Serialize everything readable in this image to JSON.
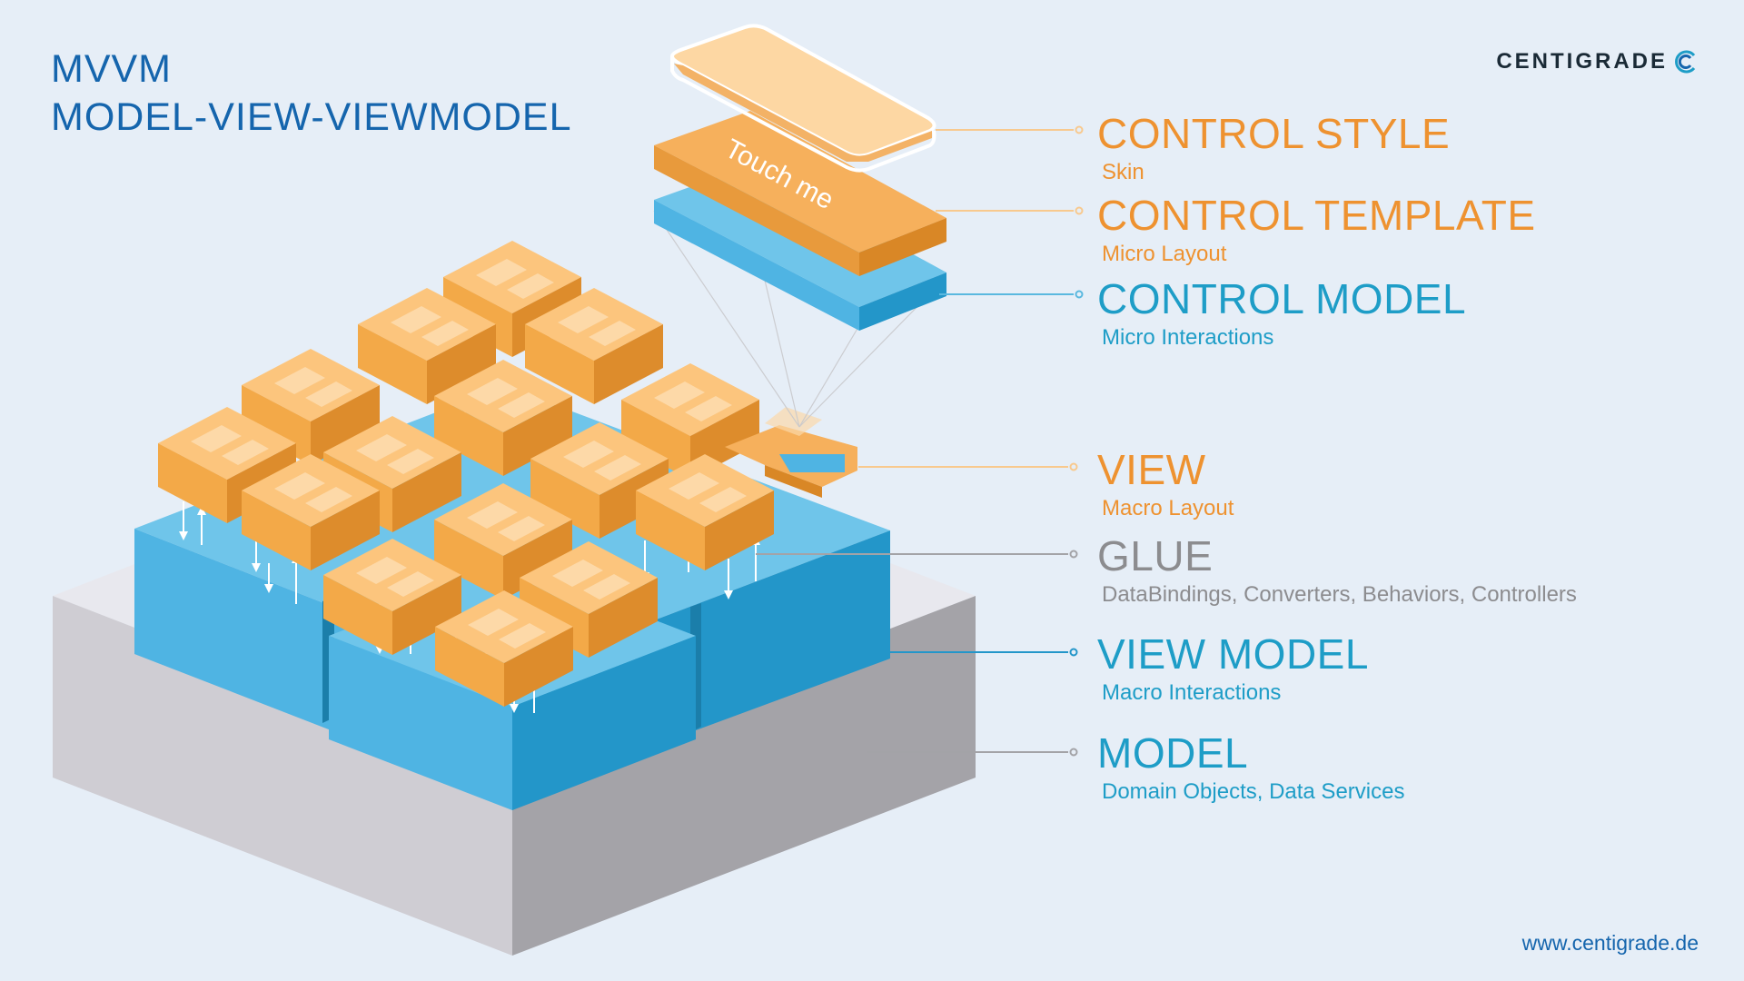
{
  "title": {
    "line1": "MVVM",
    "line2": "MODEL-VIEW-VIEWMODEL"
  },
  "brand": {
    "name": "CENTIGRADE",
    "website": "www.centigrade.de",
    "logo_icon": "centigrade-wave-logo"
  },
  "control": {
    "button_text": "Touch me"
  },
  "layers": [
    {
      "title": "CONTROL STYLE",
      "subtitle": "Skin",
      "color": "#ee9230"
    },
    {
      "title": "CONTROL TEMPLATE",
      "subtitle": "Micro Layout",
      "color": "#ee9230"
    },
    {
      "title": "CONTROL MODEL",
      "subtitle": "Micro Interactions",
      "color": "#1e9dc7"
    },
    {
      "title": "VIEW",
      "subtitle": "Macro Layout",
      "color": "#ee9230"
    },
    {
      "title": "GLUE",
      "subtitle": "DataBindings, Converters, Behaviors, Controllers",
      "color": "#8c8c8f"
    },
    {
      "title": "VIEW MODEL",
      "subtitle": "Macro Interactions",
      "color": "#1e9dc7"
    },
    {
      "title": "MODEL",
      "subtitle": "Domain Objects, Data Services",
      "color": "#1e9dc7"
    }
  ],
  "colors": {
    "background": "#e6eef7",
    "title": "#1565ad",
    "orange": "#ee9230",
    "blue": "#1e9dc7",
    "gray": "#8c8c8f"
  }
}
